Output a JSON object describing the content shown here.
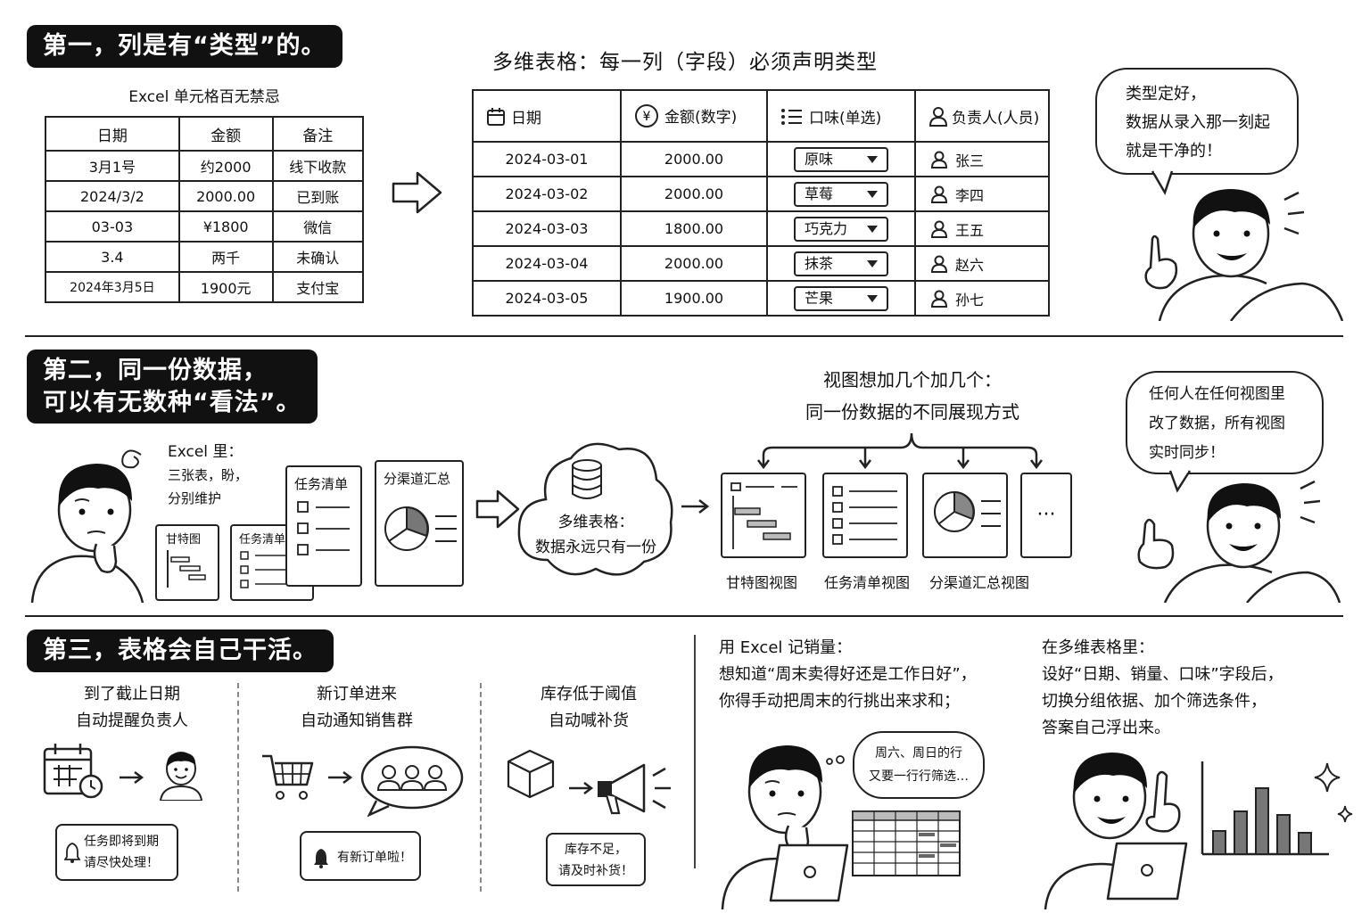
{
  "s1": {
    "badge": "第一，列是有“类型”的。",
    "excel_caption": "Excel 单元格百无禁忌",
    "excel_headers": [
      "日期",
      "金额",
      "备注"
    ],
    "excel_rows": [
      [
        "3月1号",
        "约2000",
        "线下收款"
      ],
      [
        "2024/3/2",
        "2000.00",
        "已到账"
      ],
      [
        "03-03",
        "¥1800",
        "微信"
      ],
      [
        "3.4",
        "两千",
        "未确认"
      ],
      [
        "2024年3月5日",
        "1900元",
        "支付宝"
      ]
    ],
    "multi_caption": "多维表格：每一列（字段）必须声明类型",
    "multi_headers": [
      "日期",
      "金额(数字)",
      "口味(单选)",
      "负责人(人员)"
    ],
    "multi_rows": [
      [
        "2024-03-01",
        "2000.00",
        "原味",
        "张三"
      ],
      [
        "2024-03-02",
        "2000.00",
        "草莓",
        "李四"
      ],
      [
        "2024-03-03",
        "1800.00",
        "巧克力",
        "王五"
      ],
      [
        "2024-03-04",
        "2000.00",
        "抹茶",
        "赵六"
      ],
      [
        "2024-03-05",
        "1900.00",
        "芒果",
        "孙七"
      ]
    ],
    "bubble": [
      "类型定好，",
      "数据从录入那一刻起",
      "就是干净的！"
    ]
  },
  "s2": {
    "badge_line1": "第二，同一份数据，",
    "badge_line2": "可以有无数种“看法”。",
    "excel_note": [
      "Excel 里：",
      "三张表，盼，",
      "分别维护"
    ],
    "doc_gantt": "甘特图",
    "doc_task_small": "任务清单",
    "doc_task": "任务清单",
    "doc_channel": "分渠道汇总",
    "cloud": [
      "多维表格：",
      "数据永远只有一份"
    ],
    "views_title": [
      "视图想加几个加几个：",
      "同一份数据的不同展现方式"
    ],
    "view_labels": [
      "甘特图视图",
      "任务清单视图",
      "分渠道汇总视图"
    ],
    "more": "···",
    "bubble": [
      "任何人在任何视图里",
      "改了数据，所有视图",
      "实时同步！"
    ]
  },
  "s3": {
    "badge": "第三，表格会自己干活。",
    "col1_title": [
      "到了截止日期",
      "自动提醒负责人"
    ],
    "col1_note": [
      "任务即将到期",
      "请尽快处理！"
    ],
    "col2_title": [
      "新订单进来",
      "自动通知销售群"
    ],
    "col2_note": "有新订单啦！",
    "col3_title": [
      "库存低于阈值",
      "自动喊补货"
    ],
    "col3_note": [
      "库存不足，",
      "请及时补货！"
    ],
    "excel_text": [
      "用 Excel 记销量：",
      "想知道“周末卖得好还是工作日好”，",
      "你得手动把周末的行挑出来求和；"
    ],
    "think": [
      "周六、周日的行",
      "又要一行行筛选…"
    ],
    "multi_text": [
      "在多维表格里：",
      "设好“日期、销量、口味”字段后，",
      "切换分组依据、加个筛选条件，",
      "答案自己浮出来。"
    ]
  }
}
